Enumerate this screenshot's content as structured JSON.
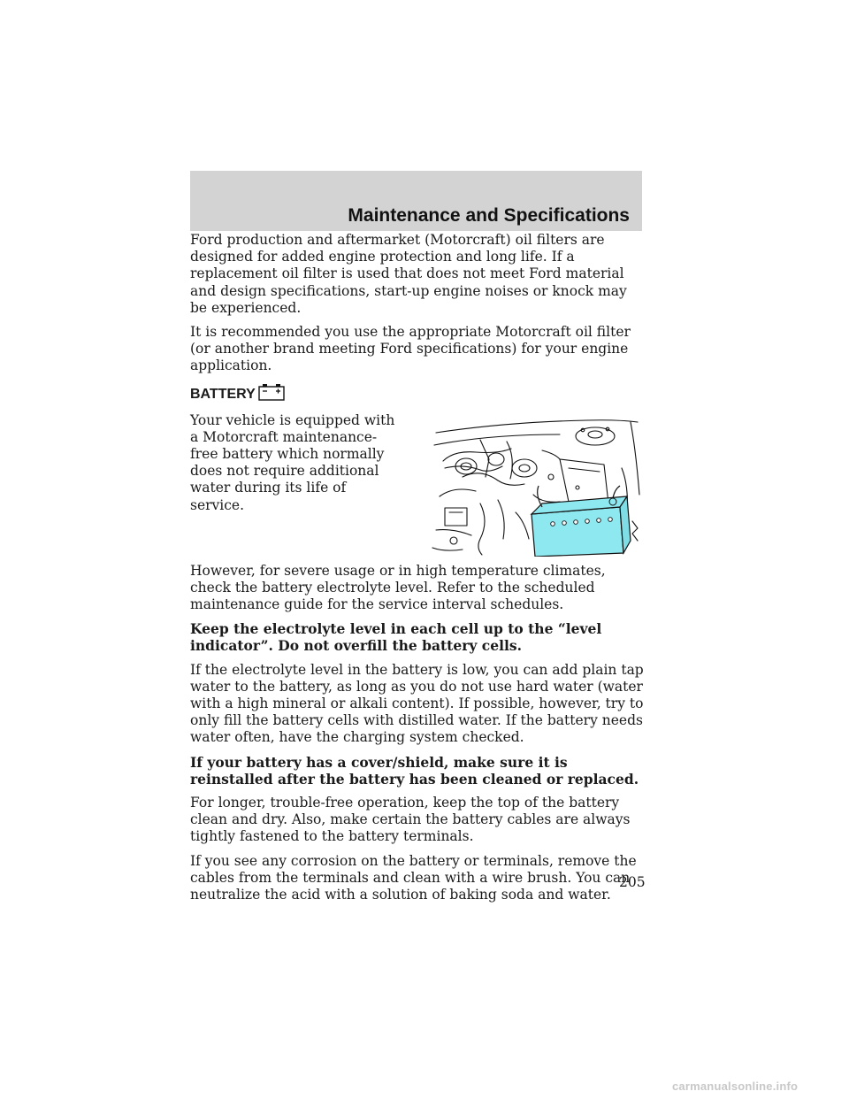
{
  "header": {
    "title": "Maintenance and Specifications"
  },
  "paragraphs": {
    "oil_filter_1": "Ford production and aftermarket (Motorcraft) oil filters are designed for added engine protection and long life. If a replacement oil filter is used that does not meet Ford material and design specifications, start-up engine noises or knock may be experienced.",
    "oil_filter_2": "It is recommended you use the appropriate Motorcraft oil filter (or another brand meeting Ford specifications) for your engine application."
  },
  "battery_section": {
    "heading": "BATTERY",
    "icon": "battery-icon",
    "intro": "Your vehicle is equipped with a Motorcraft maintenance-free battery which normally does not require additional water during its life of service.",
    "figure_icon": "engine-compartment-battery-illustration",
    "highlight_color": "#8ee8f0",
    "p1": "However, for severe usage or in high temperature climates, check the battery electrolyte level. Refer to the scheduled maintenance guide for the service interval schedules.",
    "p2_bold": "Keep the electrolyte level in each cell up to the “level indicator”. Do not overfill the battery cells.",
    "p3": "If the electrolyte level in the battery is low, you can add plain tap water to the battery, as long as you do not use hard water (water with a high mineral or alkali content). If possible, however, try to only fill the battery cells with distilled water. If the battery needs water often, have the charging system checked.",
    "p4_bold": "If your battery has a cover/shield, make sure it is reinstalled after the battery has been cleaned or replaced.",
    "p5": "For longer, trouble-free operation, keep the top of the battery clean and dry. Also, make certain the battery cables are always tightly fastened to the battery terminals.",
    "p6": "If you see any corrosion on the battery or terminals, remove the cables from the terminals and clean with a wire brush. You can neutralize the acid with a solution of baking soda and water."
  },
  "footer": {
    "page_number": "205",
    "watermark": "carmanualsonline.info"
  }
}
